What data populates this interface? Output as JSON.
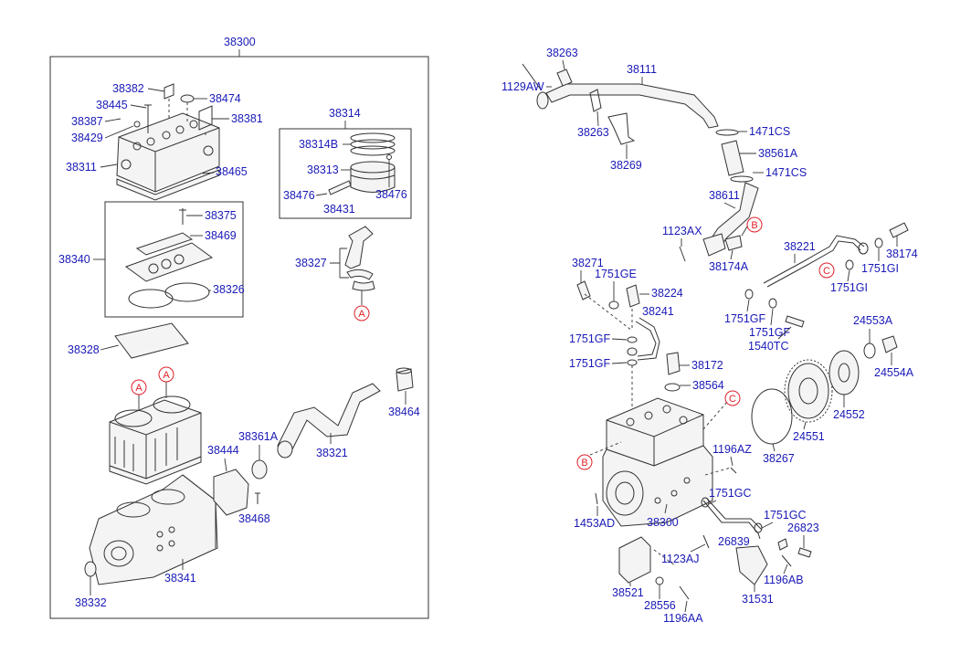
{
  "assembly": {
    "main_part_no": "38300"
  },
  "colors": {
    "label": "#1a1ab8",
    "reference_marker": "#e0202a",
    "line": "#333333"
  },
  "left_labels": {
    "l38382": "38382",
    "l38474": "38474",
    "l38445": "38445",
    "l38381": "38381",
    "l38387": "38387",
    "l38429": "38429",
    "l38311": "38311",
    "l38465": "38465",
    "l38314": "38314",
    "l38314b": "38314B",
    "l38313": "38313",
    "l38476a": "38476",
    "l38476b": "38476",
    "l38431": "38431",
    "l38375": "38375",
    "l38469": "38469",
    "l38340": "38340",
    "l38326": "38326",
    "l38327": "38327",
    "l38328": "38328",
    "l38464": "38464",
    "l38361a": "38361A",
    "l38444": "38444",
    "l38321": "38321",
    "l38468": "38468",
    "l38341": "38341",
    "l38332": "38332"
  },
  "right_labels": {
    "r38263a": "38263",
    "r38111": "38111",
    "r1129aw": "1129AW",
    "r1471cs_a": "1471CS",
    "r38263b": "38263",
    "r38561a": "38561A",
    "r38269": "38269",
    "r1471cs_b": "1471CS",
    "r38611": "38611",
    "r1123ax": "1123AX",
    "r38174a": "38174A",
    "r38221": "38221",
    "r38174": "38174",
    "r1751gi_a": "1751GI",
    "r1751gi_b": "1751GI",
    "r38271": "38271",
    "r1751ge": "1751GE",
    "r38224": "38224",
    "r38241": "38241",
    "r1751gf_a": "1751GF",
    "r1751gf_b": "1751GF",
    "r1540tc": "1540TC",
    "r24553a": "24553A",
    "r1751gf_c": "1751GF",
    "r38172": "38172",
    "r24554a": "24554A",
    "r1751gf_d": "1751GF",
    "r38564": "38564",
    "r24552": "24552",
    "r24551": "24551",
    "r1196az": "1196AZ",
    "r38267": "38267",
    "r1751gc_a": "1751GC",
    "r1453ad": "1453AD",
    "r38300": "38300",
    "r1751gc_b": "1751GC",
    "r26823": "26823",
    "r26839": "26839",
    "r1123aj": "1123AJ",
    "r1196ab": "1196AB",
    "r38521": "38521",
    "r31531": "31531",
    "r28556": "28556",
    "r1196aa": "1196AA"
  },
  "reference_markers": {
    "a": "A",
    "b": "B",
    "c": "C"
  }
}
